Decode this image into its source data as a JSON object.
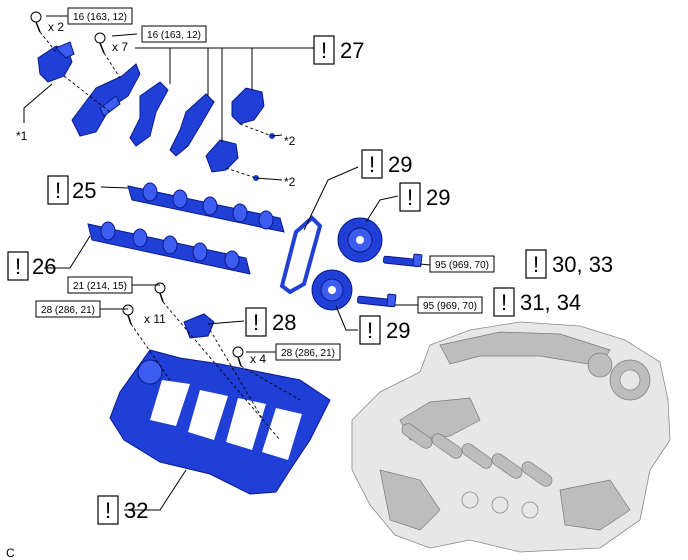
{
  "torque_labels": [
    {
      "id": "t1",
      "text": "16 (163, 12)"
    },
    {
      "id": "t2",
      "text": "16 (163, 12)"
    },
    {
      "id": "t3",
      "text": "21 (214, 15)"
    },
    {
      "id": "t4",
      "text": "28 (286, 21)"
    },
    {
      "id": "t5",
      "text": "28 (286, 21)"
    },
    {
      "id": "t6",
      "text": "95 (969, 70)"
    },
    {
      "id": "t7",
      "text": "95 (969, 70)"
    }
  ],
  "quantities": {
    "q1": "x 2",
    "q2": "x 7",
    "q3": "x 11",
    "q4": "x 4"
  },
  "notes": {
    "n1": "*1",
    "n2": "*2",
    "n3": "*2"
  },
  "callouts": {
    "c27": {
      "mark": "!",
      "text": "27"
    },
    "c29a": {
      "mark": "!",
      "text": "29"
    },
    "c29b": {
      "mark": "!",
      "text": "29"
    },
    "c25": {
      "mark": "!",
      "text": "25"
    },
    "c26": {
      "mark": "!",
      "text": "26"
    },
    "c30": {
      "mark": "!",
      "text": "30, 33"
    },
    "c31": {
      "mark": "!",
      "text": "31, 34"
    },
    "c28": {
      "mark": "!",
      "text": "28"
    },
    "c29c": {
      "mark": "!",
      "text": "29"
    },
    "c32": {
      "mark": "!",
      "text": "32"
    }
  },
  "figure_code": "C",
  "colors": {
    "part": "#1f3fd6",
    "engine": "#e7e7e7"
  }
}
